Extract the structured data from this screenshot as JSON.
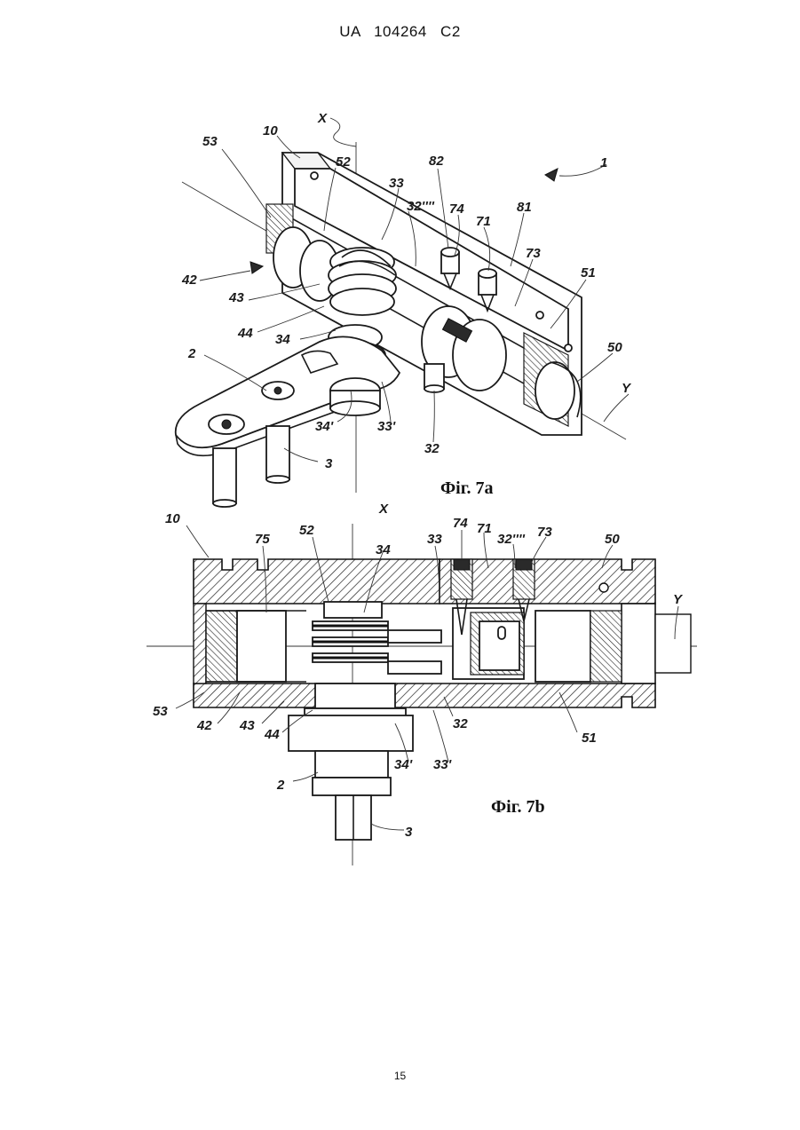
{
  "header": {
    "text": "UA   104264   C2"
  },
  "figure_a": {
    "caption": "Фіг. 7а",
    "labels": [
      "X",
      "10",
      "53",
      "52",
      "33",
      "82",
      "32''''",
      "74",
      "71",
      "81",
      "1",
      "73",
      "51",
      "50",
      "42",
      "43",
      "44",
      "34",
      "2",
      "Y",
      "34'",
      "33'",
      "32",
      "3"
    ]
  },
  "figure_b": {
    "caption": "Фіг. 7b",
    "labels": [
      "X",
      "10",
      "75",
      "52",
      "34",
      "33",
      "74",
      "71",
      "32''''",
      "73",
      "50",
      "Y",
      "53",
      "42",
      "43",
      "44",
      "32",
      "51",
      "34'",
      "33'",
      "2",
      "3"
    ]
  },
  "footer": {
    "page_number": "15"
  }
}
